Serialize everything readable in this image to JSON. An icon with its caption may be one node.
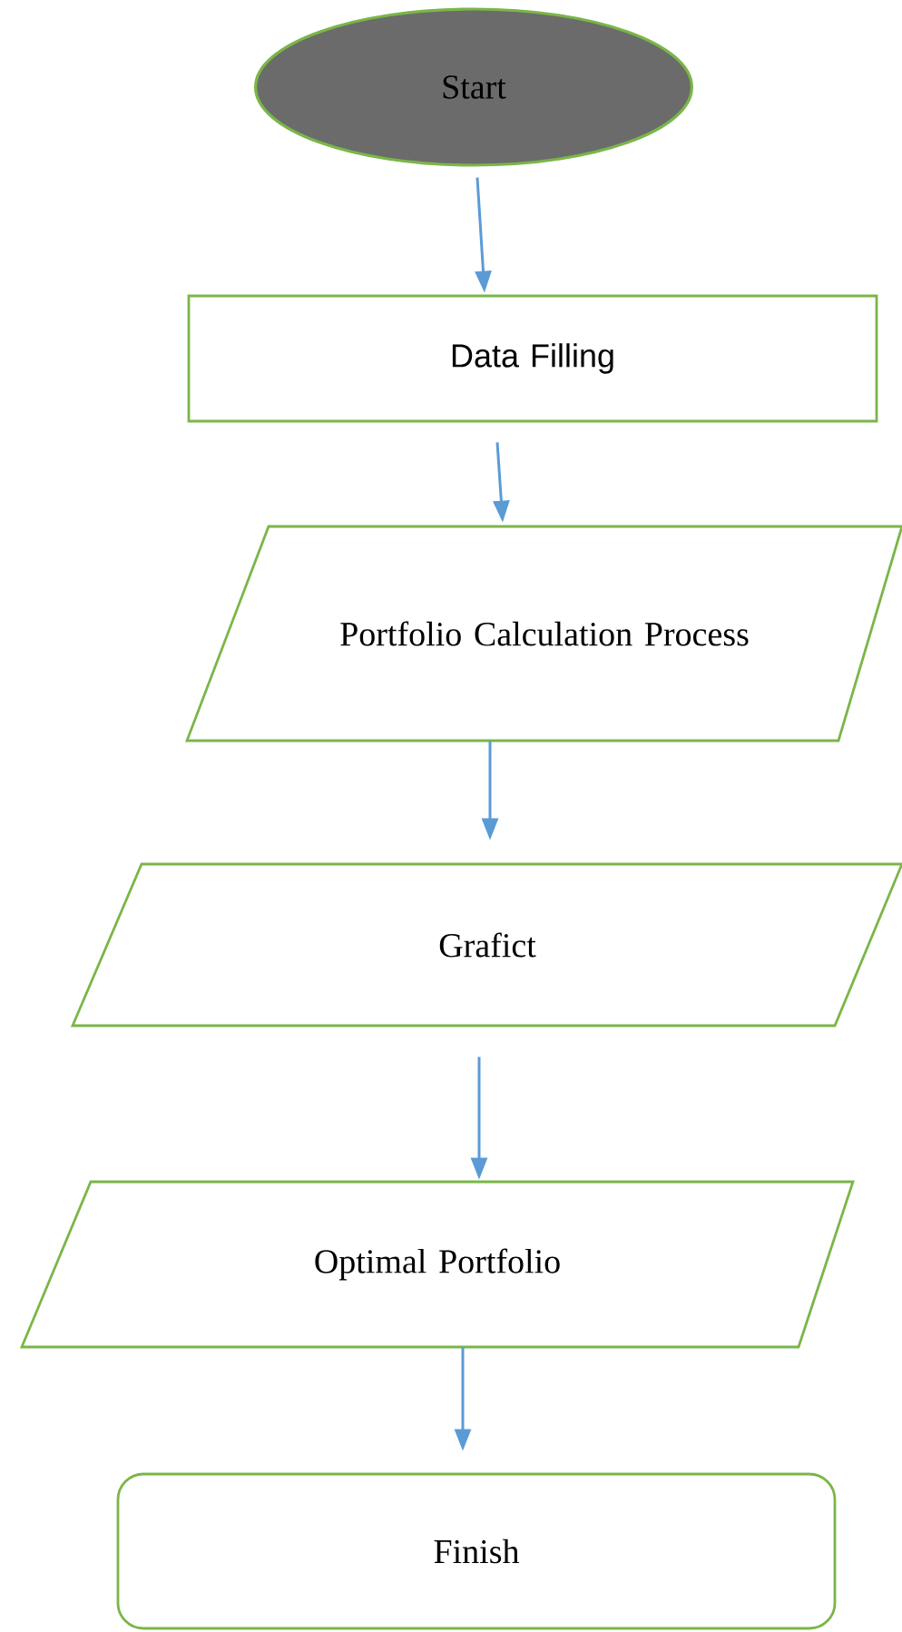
{
  "diagram": {
    "nodes": [
      {
        "text": [
          "Start"
        ]
      },
      {
        "text": [
          "Data Filling"
        ]
      },
      {
        "text": [
          "Portfolio Calculation Process"
        ]
      },
      {
        "text": [
          "Grafict"
        ]
      },
      {
        "text": [
          "Optimal Portfolio"
        ]
      },
      {
        "text": [
          "Finish"
        ]
      }
    ],
    "edges": [
      {
        "from": 0,
        "to": 1,
        "arrow": "to"
      },
      {
        "from": 1,
        "to": 2,
        "arrow": "to"
      },
      {
        "from": 2,
        "to": 3,
        "arrow": "to"
      },
      {
        "from": 3,
        "to": 4,
        "arrow": "to"
      },
      {
        "from": 4,
        "to": 5,
        "arrow": "to"
      }
    ]
  }
}
